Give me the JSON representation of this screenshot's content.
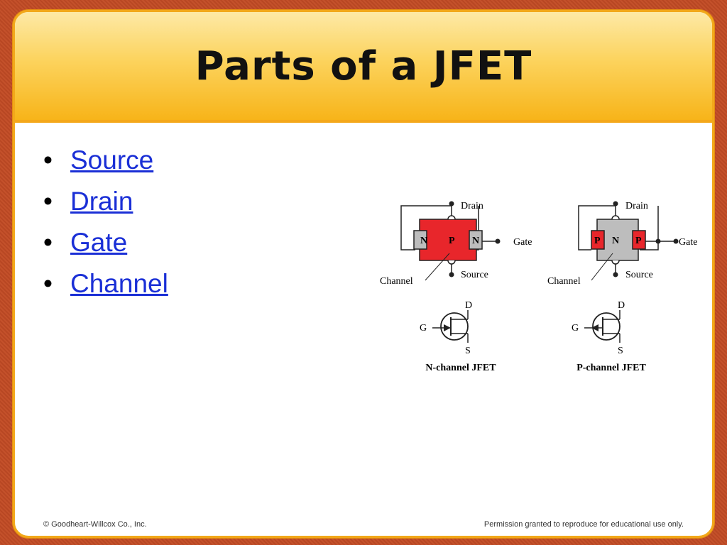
{
  "title": "Parts of a JFET",
  "bullets": [
    {
      "label": "Source"
    },
    {
      "label": "Drain"
    },
    {
      "label": "Gate"
    },
    {
      "label": "Channel"
    }
  ],
  "diagram": {
    "n_channel": {
      "drain_label": "Drain",
      "gate_label": "Gate",
      "source_label": "Source",
      "channel_label": "Channel",
      "left_region": "N",
      "channel_region": "P",
      "right_region": "N",
      "symbol_d": "D",
      "symbol_g": "G",
      "symbol_s": "S",
      "caption": "N-channel JFET"
    },
    "p_channel": {
      "drain_label": "Drain",
      "gate_label": "Gate",
      "source_label": "Source",
      "channel_label": "Channel",
      "left_region": "P",
      "channel_region": "N",
      "right_region": "P",
      "symbol_d": "D",
      "symbol_g": "G",
      "symbol_s": "S",
      "caption": "P-channel JFET"
    }
  },
  "footer": {
    "copyright": "© Goodheart-Willcox Co., Inc.",
    "permission": "Permission granted to reproduce for educational use only."
  },
  "colors": {
    "header_gold": "#f7b419",
    "red_region": "#e8262b",
    "gray_region": "#bdbdbd",
    "link_blue": "#1a2fd6"
  }
}
